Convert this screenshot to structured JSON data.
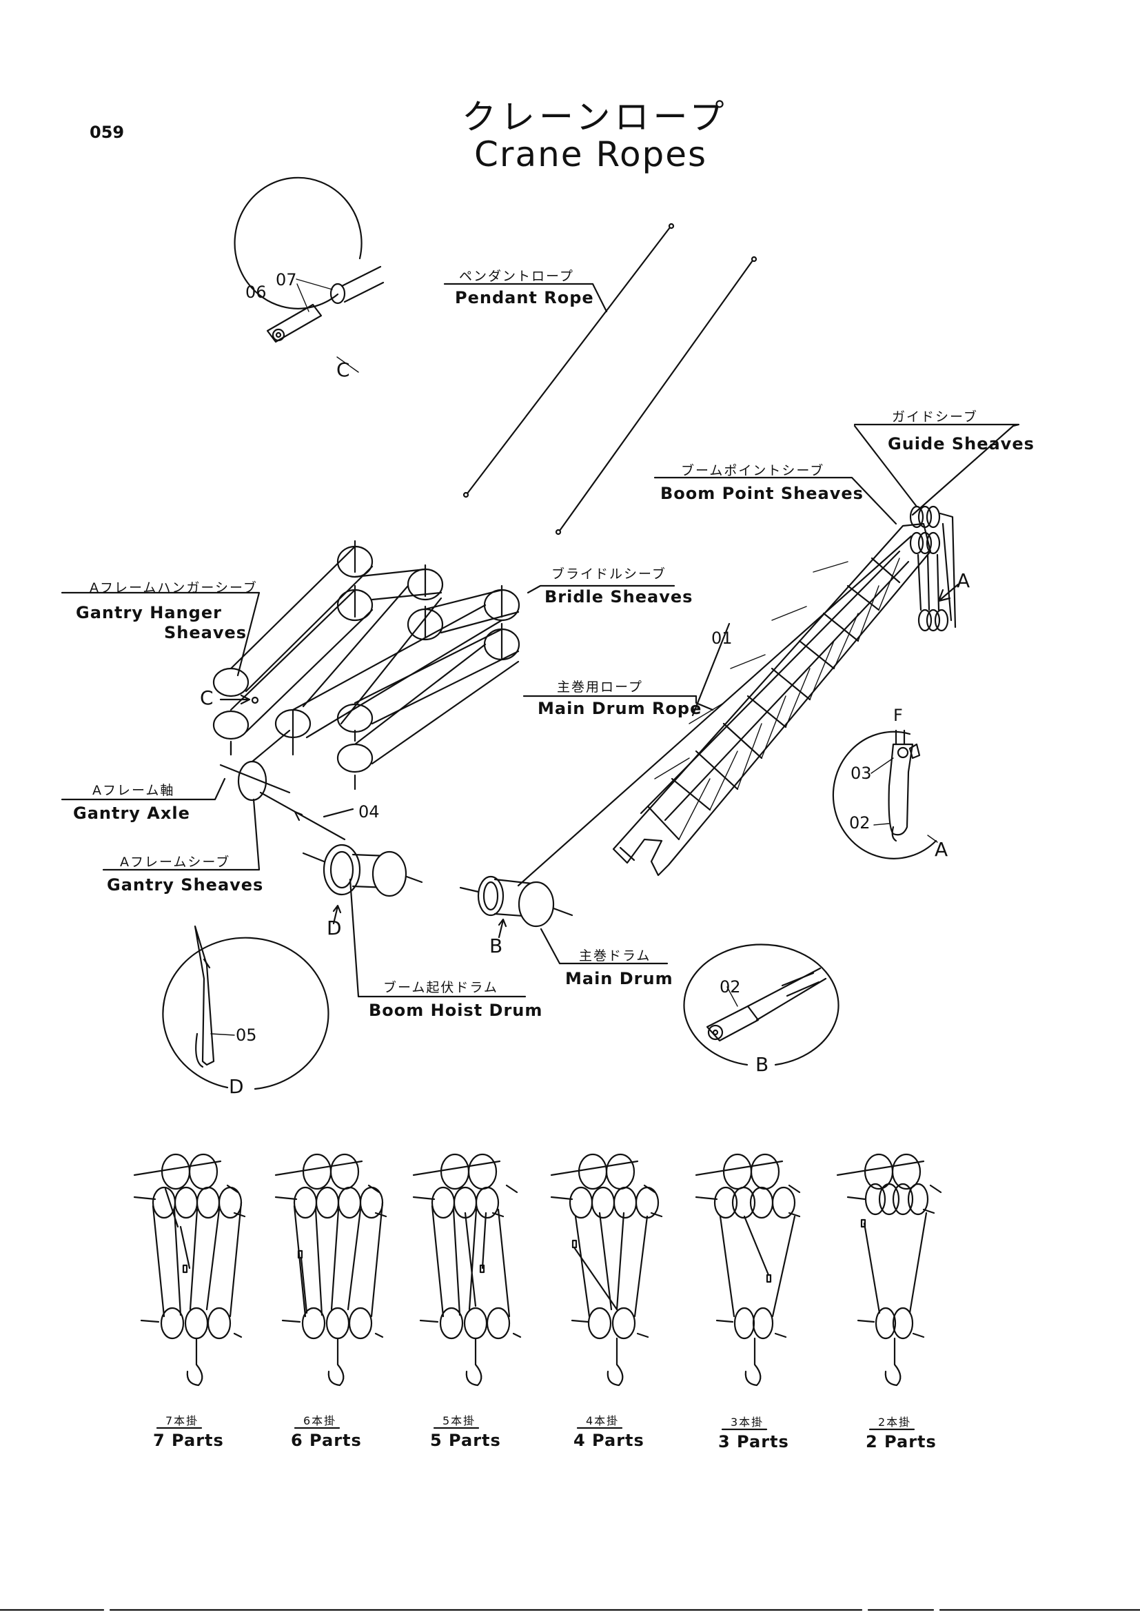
{
  "page_number": "059",
  "title": {
    "jp": "クレーンロープ",
    "en": "Crane Ropes"
  },
  "labels": {
    "pendant_rope": {
      "jp": "ペンダントロープ",
      "en": "Pendant Rope"
    },
    "guide_sheaves": {
      "jp": "ガイドシーブ",
      "en": "Guide Sheaves"
    },
    "boom_point_sheaves": {
      "jp": "ブームポイントシーブ",
      "en": "Boom Point Sheaves"
    },
    "bridle_sheaves": {
      "jp": "ブライドルシーブ",
      "en": "Bridle Sheaves"
    },
    "gantry_hanger_sheaves": {
      "jp": "Aフレームハンガーシーブ",
      "en1": "Gantry Hanger",
      "en2": "Sheaves"
    },
    "main_drum_rope": {
      "jp": "主巻用ロープ",
      "en": "Main Drum Rope"
    },
    "gantry_axle": {
      "jp": "Aフレーム軸",
      "en": "Gantry Axle"
    },
    "gantry_sheaves": {
      "jp": "Aフレームシーブ",
      "en": "Gantry Sheaves"
    },
    "boom_hoist_drum": {
      "jp": "ブーム起伏ドラム",
      "en": "Boom Hoist Drum"
    },
    "main_drum": {
      "jp": "主巻ドラム",
      "en": "Main Drum"
    }
  },
  "callouts": {
    "p01": "01",
    "p02a": "02",
    "p02b": "02",
    "p03": "03",
    "p04": "04",
    "p05": "05",
    "p06": "06",
    "p07": "07",
    "A1": "A",
    "A2": "A",
    "B1": "B",
    "B2": "B",
    "C1": "C",
    "C2": "C",
    "D1": "D",
    "D2": "D",
    "F": "F"
  },
  "reeving": [
    {
      "jp": "7本掛",
      "en": "7 Parts"
    },
    {
      "jp": "6本掛",
      "en": "6 Parts"
    },
    {
      "jp": "5本掛",
      "en": "5 Parts"
    },
    {
      "jp": "4本掛",
      "en": "4 Parts"
    },
    {
      "jp": "3本掛",
      "en": "3 Parts"
    },
    {
      "jp": "2本掛",
      "en": "2 Parts"
    }
  ],
  "icons": [
    "hook-icon",
    "sheave-icon",
    "drum-icon",
    "rope-socket-icon"
  ]
}
